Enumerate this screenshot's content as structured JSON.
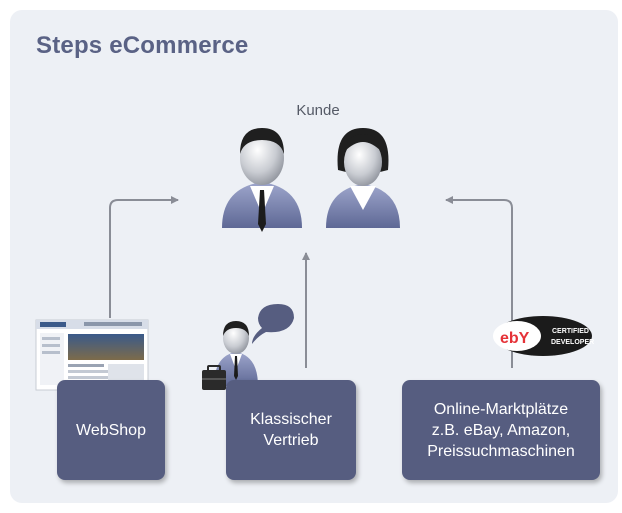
{
  "title": "Steps eCommerce",
  "customer_label": "Kunde",
  "boxes": {
    "webshop": {
      "line1": "WebShop"
    },
    "classic": {
      "line1": "Klassischer",
      "line2": "Vertrieb"
    },
    "online": {
      "line1": "Online-Marktplätze",
      "line2": "z.B. eBay, Amazon,",
      "line3": "Preissuchmaschinen"
    }
  },
  "ebay_badge": {
    "logo": "ebY",
    "line1": "CERTIFIED",
    "line2": "DEVELOPER"
  },
  "colors": {
    "box": "#565d80",
    "title": "#5a6285",
    "panel": "#edf0f5",
    "arrow": "#8a8d96"
  }
}
